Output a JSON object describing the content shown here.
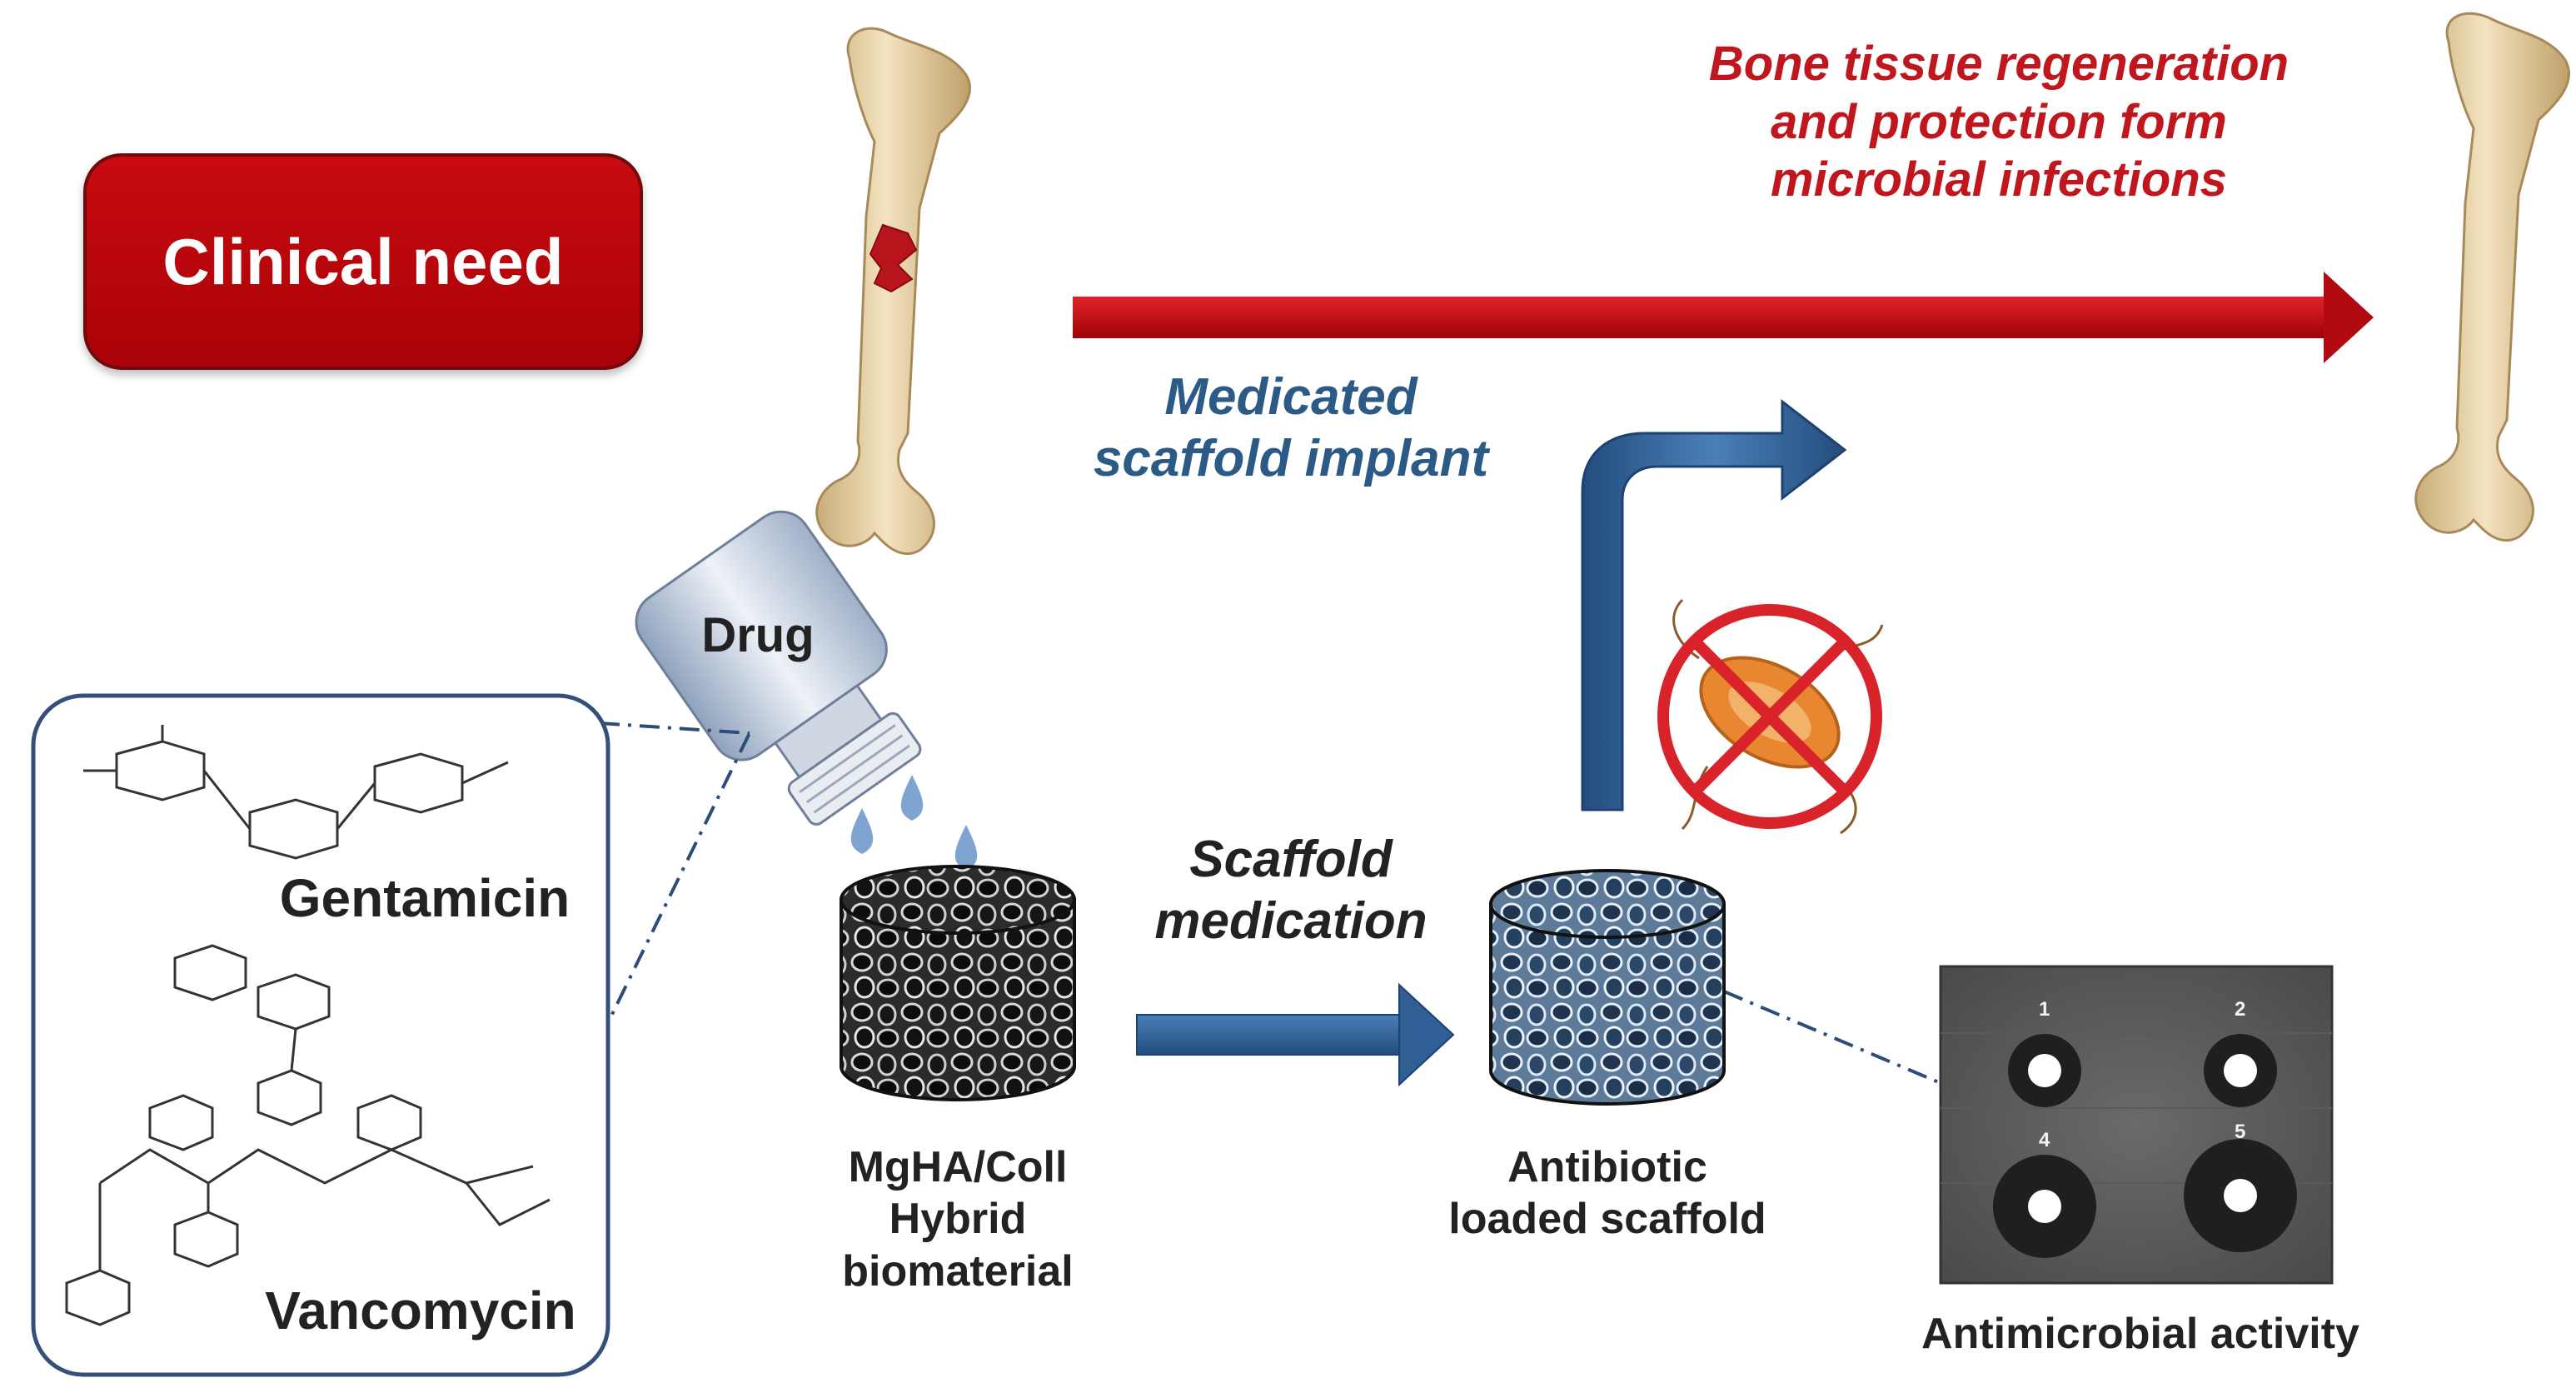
{
  "clinical_need": "Clinical need",
  "bone_title_lines": [
    "Bone tissue regeneration",
    "and protection form",
    "microbial infections"
  ],
  "implant_lines": [
    "Medicated",
    "scaffold implant"
  ],
  "drug_label": "Drug",
  "drugs": [
    "Gentamicin",
    "Vancomycin"
  ],
  "scaffold_medication_lines": [
    "Scaffold",
    "medication"
  ],
  "mgha_lines": [
    "MgHA/Coll",
    "Hybrid",
    "biomaterial"
  ],
  "antibiotic_scaffold_lines": [
    "Antibiotic",
    "loaded scaffold"
  ],
  "antimicrobial_activity": "Antimicrobial activity",
  "plate_labels": [
    "1",
    "2",
    "4",
    "5"
  ],
  "colors": {
    "clinical_red": "#b1060c",
    "title_red": "#c0161d",
    "implant_blue": "#2c5a87",
    "arrow_blue": "#2f5f95",
    "bone": "#e8d4a8"
  },
  "icons": [
    "fractured-femur-icon",
    "healed-femur-icon",
    "drug-vial-icon",
    "no-bacteria-icon",
    "scaffold-cylinder-icon"
  ]
}
